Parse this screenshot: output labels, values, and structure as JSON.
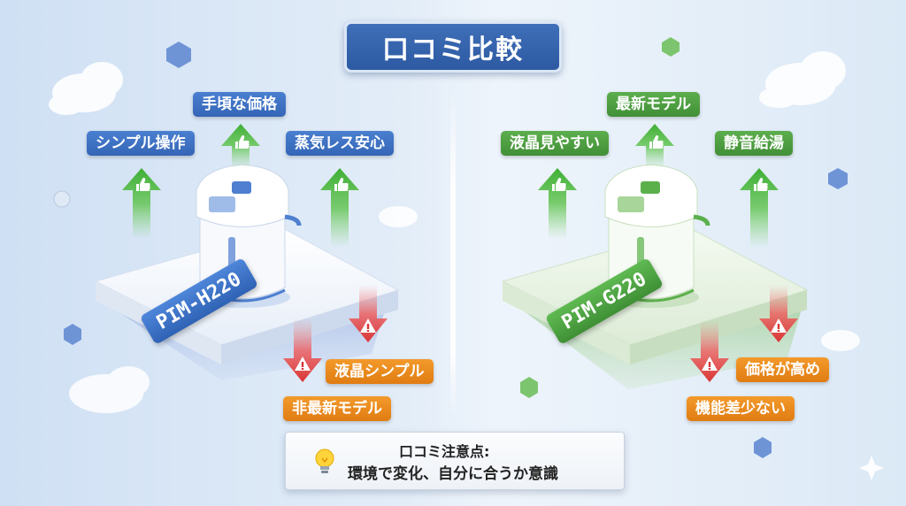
{
  "title": "口コミ比較",
  "left": {
    "model": "PIM-H220",
    "pros": [
      "シンプル操作",
      "手頃な価格",
      "蒸気レス安心"
    ],
    "cons": [
      "液晶シンプル",
      "非最新モデル"
    ]
  },
  "right": {
    "model": "PIM-G220",
    "pros": [
      "液晶見やすい",
      "最新モデル",
      "静音給湯"
    ],
    "cons": [
      "価格が高め",
      "機能差少ない"
    ]
  },
  "note": {
    "title": "口コミ注意点:",
    "body": "環境で変化、自分に合うか意識"
  },
  "colors": {
    "blue": "#3465b6",
    "green": "#428f37",
    "orange": "#e07c12",
    "red": "#e24040"
  }
}
